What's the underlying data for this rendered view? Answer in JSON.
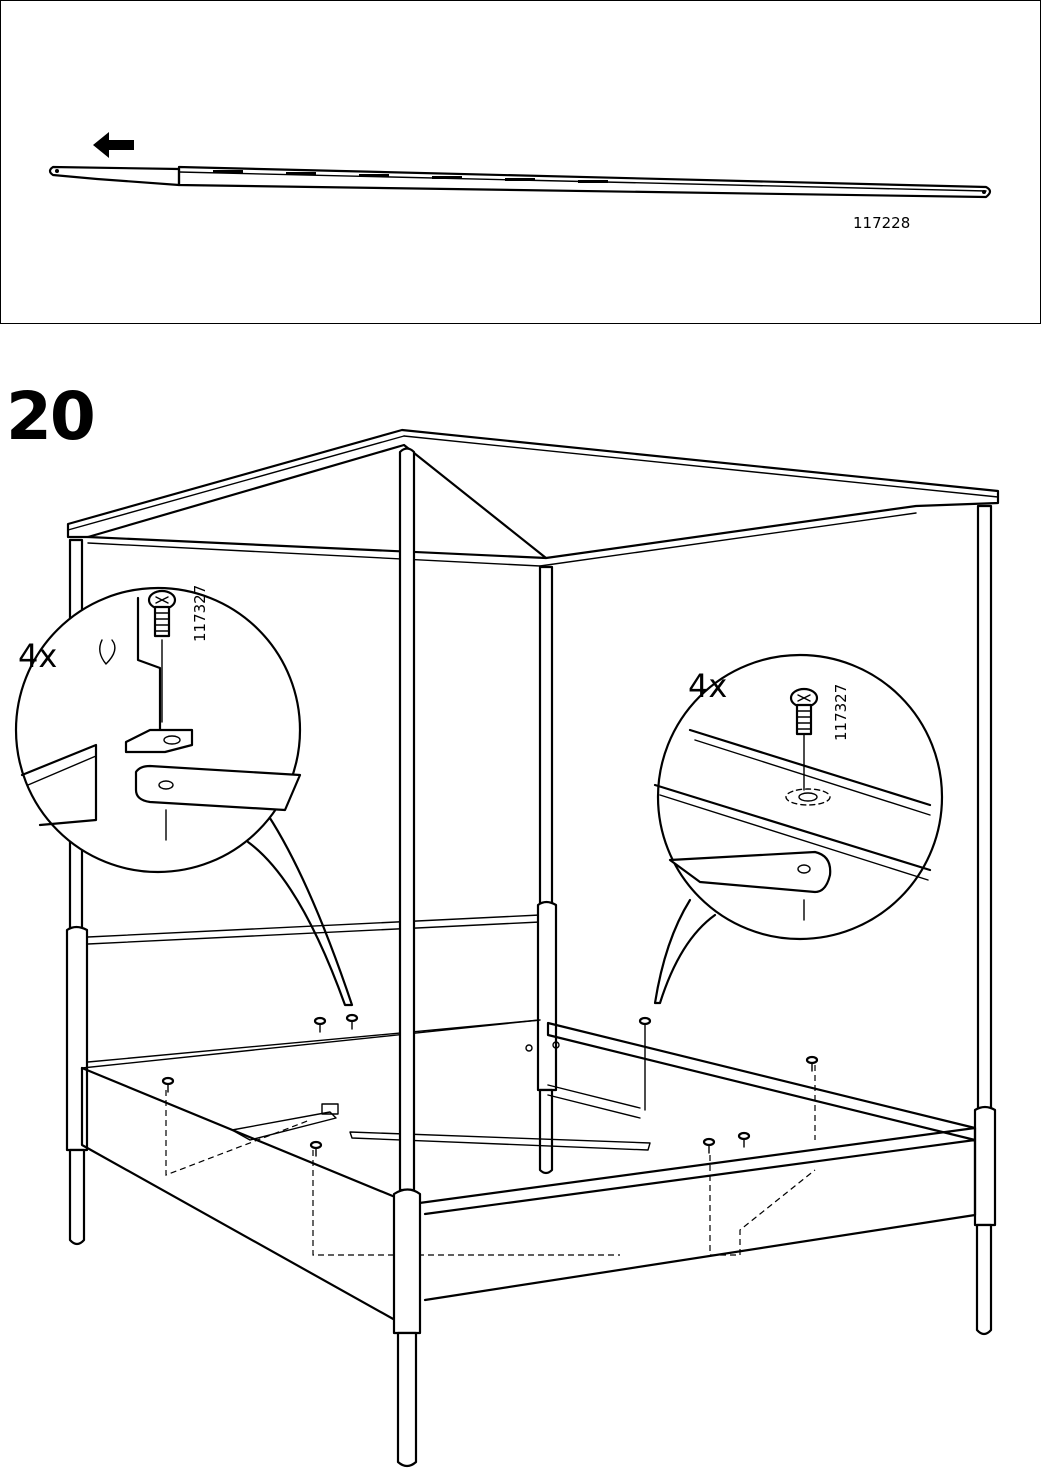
{
  "top_panel": {
    "part_number": "117228",
    "arrow": "arrow-left-icon"
  },
  "step": {
    "number": "20"
  },
  "detail_left": {
    "quantity": "4x",
    "part_number": "117327"
  },
  "detail_right": {
    "quantity": "4x",
    "part_number": "117327"
  },
  "colors": {
    "line": "#000000",
    "background": "#ffffff"
  }
}
